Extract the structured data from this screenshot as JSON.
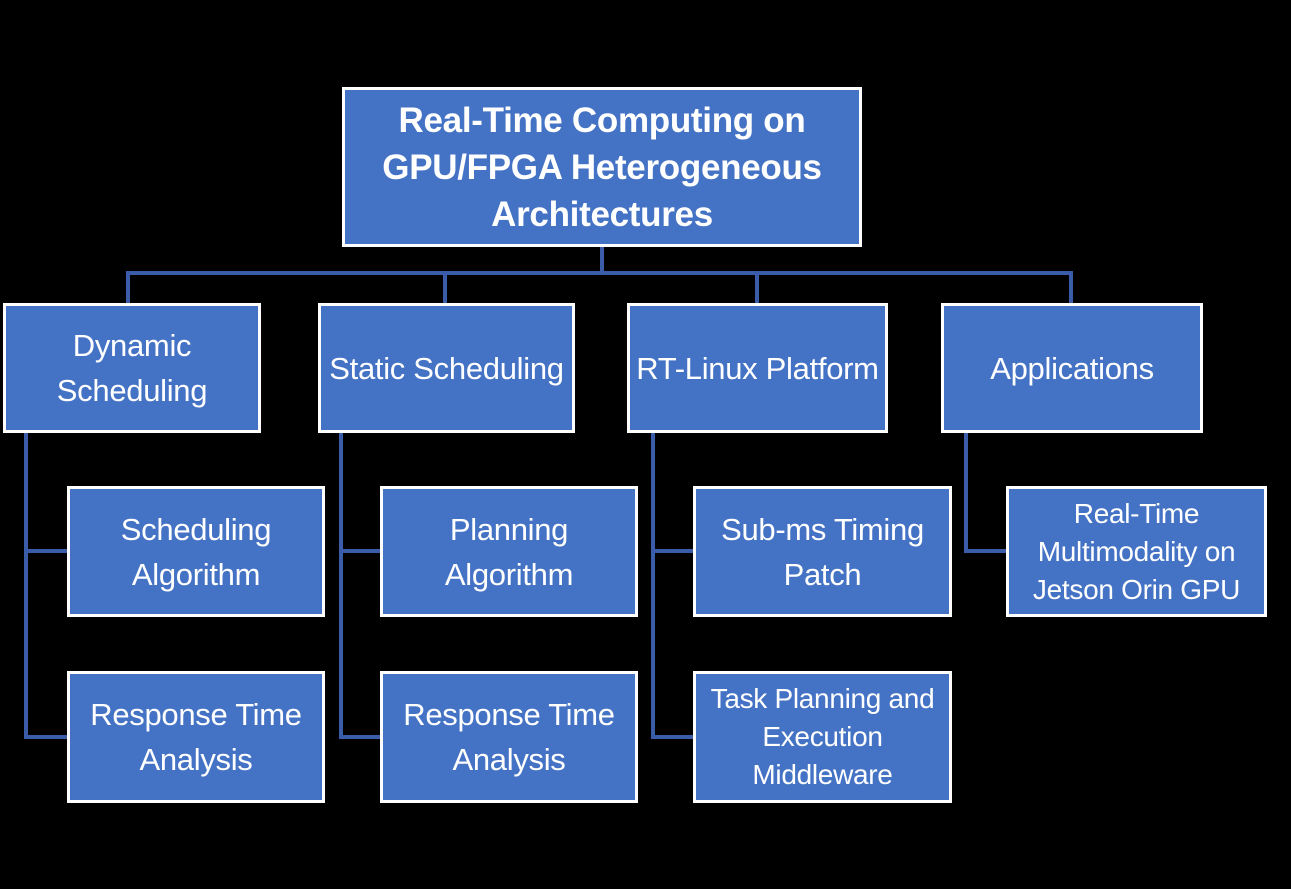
{
  "diagram": {
    "type": "hierarchy-chart",
    "colors": {
      "background": "#000000",
      "node-fill": "#4472C4",
      "node-border": "#FFFFFF",
      "connector": "#3B5CA8",
      "text": "#FFFFFF"
    },
    "root": {
      "label": "Real-Time Computing on\nGPU/FPGA Heterogeneous\nArchitectures"
    },
    "branches": [
      {
        "label": "Dynamic\nScheduling",
        "children": [
          {
            "label": "Scheduling\nAlgorithm"
          },
          {
            "label": "Response Time\nAnalysis"
          }
        ]
      },
      {
        "label": "Static Scheduling",
        "children": [
          {
            "label": "Planning\nAlgorithm"
          },
          {
            "label": "Response Time\nAnalysis"
          }
        ]
      },
      {
        "label": "RT-Linux Platform",
        "children": [
          {
            "label": "Sub-ms Timing\nPatch"
          },
          {
            "label": "Task Planning and\nExecution\nMiddleware"
          }
        ]
      },
      {
        "label": "Applications",
        "children": [
          {
            "label": "Real-Time\nMultimodality on\nJetson Orin GPU"
          }
        ]
      }
    ]
  }
}
